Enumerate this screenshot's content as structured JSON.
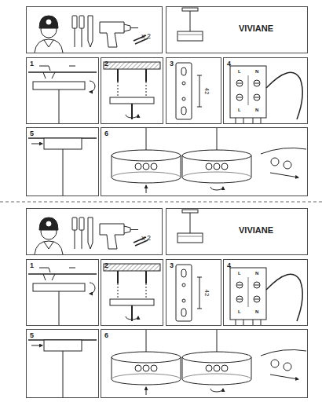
{
  "diagram": {
    "nodes": [
      {
        "text": [
          "x 2"
        ]
      },
      {
        "text": [
          "VIVIANE"
        ]
      },
      {
        "text": [
          "1"
        ]
      },
      {
        "text": [
          "2"
        ]
      },
      {
        "text": [
          "3",
          "42"
        ]
      },
      {
        "text": [
          "4",
          "L",
          "N",
          "L",
          "N"
        ]
      },
      {
        "text": [
          "5"
        ]
      },
      {
        "text": [
          "6"
        ]
      },
      {
        "text": [
          "x 2"
        ]
      },
      {
        "text": [
          "VIVIANE"
        ]
      },
      {
        "text": [
          "1"
        ]
      },
      {
        "text": [
          "2"
        ]
      },
      {
        "text": [
          "3",
          "42"
        ]
      },
      {
        "text": [
          "4",
          "L",
          "N",
          "L",
          "N"
        ]
      },
      {
        "text": [
          "5"
        ]
      },
      {
        "text": [
          "6"
        ]
      }
    ]
  }
}
